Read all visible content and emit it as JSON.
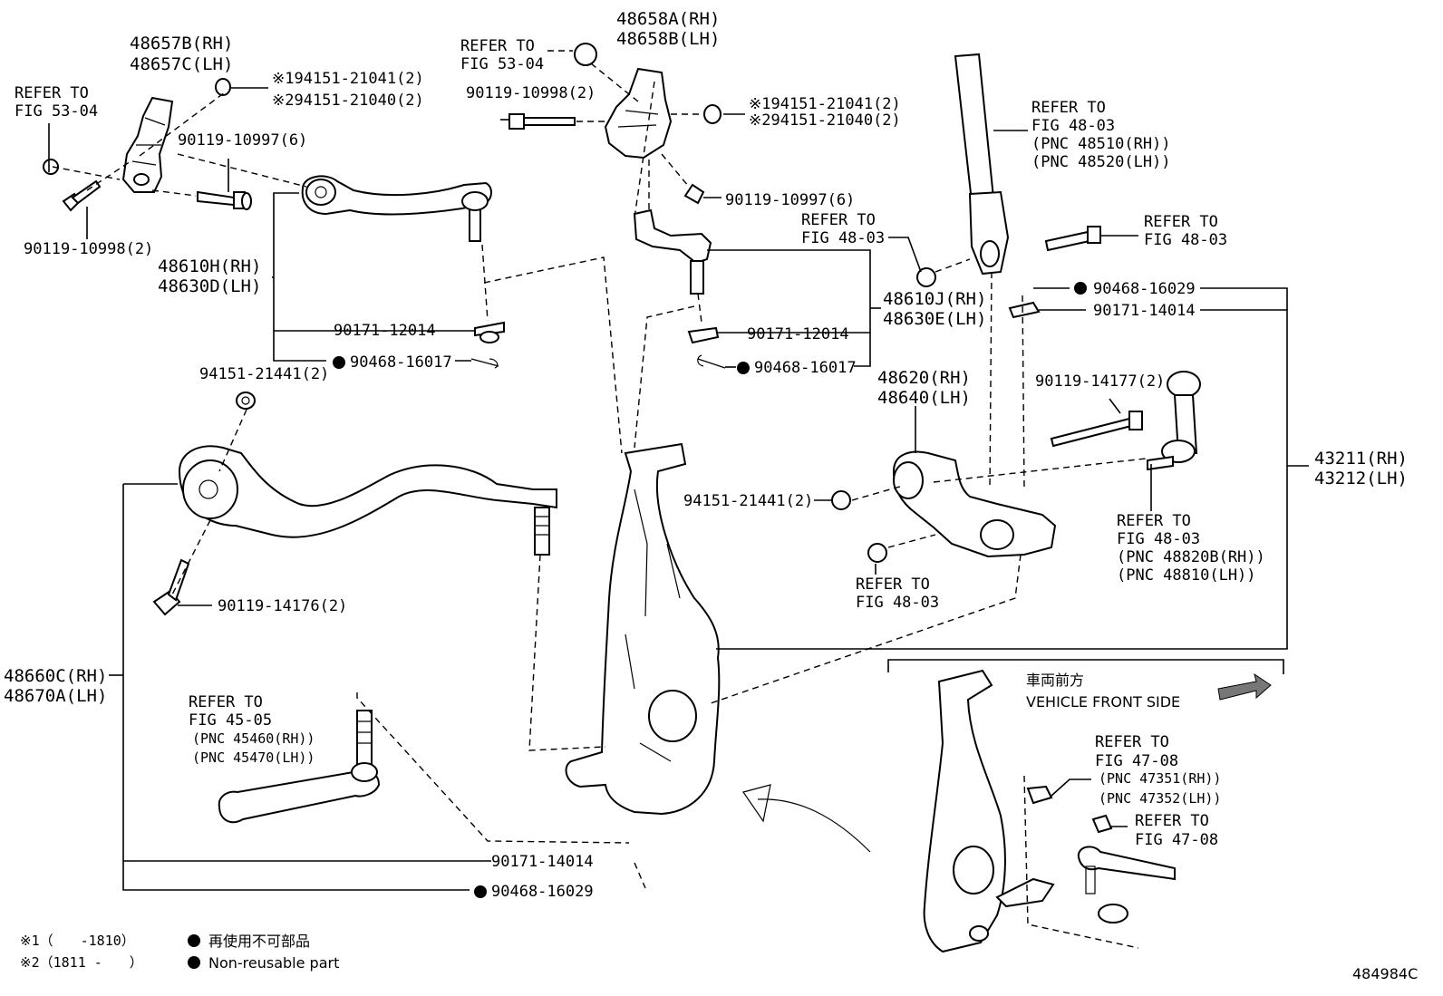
{
  "upper_bracket_part": [
    "48657B(RH)",
    "48657C(LH)"
  ],
  "upper_bracket_nut_1": "※194151-21041(2)",
  "upper_bracket_nut_2": "※294151-21040(2)",
  "refer_fig_53_04_left": [
    "REFER TO",
    "FIG 53-04"
  ],
  "bolt_90119_10997_left": "90119-10997(6)",
  "bolt_90119_10998_left": "90119-10998(2)",
  "arm_48610H": [
    "48610H(RH)",
    "48630D(LH)"
  ],
  "nut_90171_12014_left": "90171-12014",
  "pin_90468_16017_left": "90468-16017",
  "nut_94151_21441_left": "94151-21441(2)",
  "bolt_90119_14176": "90119-14176(2)",
  "lower_arm_48660C": [
    "48660C(RH)",
    "48670A(LH)"
  ],
  "refer_fig_45_05": [
    "REFER TO",
    "FIG 45-05",
    "(PNC 45460(RH))",
    "(PNC 45470(LH))"
  ],
  "nut_90171_14014_bottom": "90171-14014",
  "pin_90468_16029_bottom": "90468-16029",
  "upper_bracket_right_part": [
    "48658A(RH)",
    "48658B(LH)"
  ],
  "refer_fig_53_04_top": [
    "REFER TO",
    "FIG 53-04"
  ],
  "bolt_90119_10998_top": "90119-10998(2)",
  "upper_right_nut_1": "※194151-21041(2)",
  "upper_right_nut_2": "※294151-21040(2)",
  "bolt_90119_10997_right": "90119-10997(6)",
  "refer_fig_48_03_mid": [
    "REFER TO",
    "FIG 48-03"
  ],
  "arm_48610J": [
    "48610J(RH)",
    "48630E(LH)"
  ],
  "nut_90171_12014_right": "90171-12014",
  "pin_90468_16017_right": "90468-16017",
  "lower_arm_48620": [
    "48620(RH)",
    "48640(LH)"
  ],
  "nut_94151_21441_right": "94151-21441(2)",
  "refer_fig_48_03_lower": [
    "REFER TO",
    "FIG 48-03"
  ],
  "refer_fig_48_03_shock": [
    "REFER TO",
    "FIG 48-03",
    "(PNC 48510(RH))",
    "(PNC 48520(LH))"
  ],
  "refer_fig_48_03_bolt": [
    "REFER TO",
    "FIG 48-03"
  ],
  "pin_90468_16029_right": "90468-16029",
  "nut_90171_14014_right": "90171-14014",
  "bolt_90119_14177": "90119-14177(2)",
  "knuckle_43211": [
    "43211(RH)",
    "43212(LH)"
  ],
  "refer_fig_48_03_link": [
    "REFER TO",
    "FIG 48-03",
    "(PNC 48820B(RH))",
    "(PNC 48810(LH))"
  ],
  "vehicle_front_jp": "車両前方",
  "vehicle_front_en": "VEHICLE FRONT SIDE",
  "refer_fig_47_08_sensor": [
    "REFER TO",
    "FIG 47-08",
    "(PNC 47351(RH))",
    "(PNC 47352(LH))"
  ],
  "refer_fig_47_08_bolt": [
    "REFER TO",
    "FIG 47-08"
  ],
  "legend_note_1": "※1（　　-1810）",
  "legend_note_2": "※2（1811 -　　）",
  "legend_nonreuse_jp": "再使用不可部品",
  "legend_nonreuse_en": "Non-reusable part",
  "diagram_id": "484984C"
}
